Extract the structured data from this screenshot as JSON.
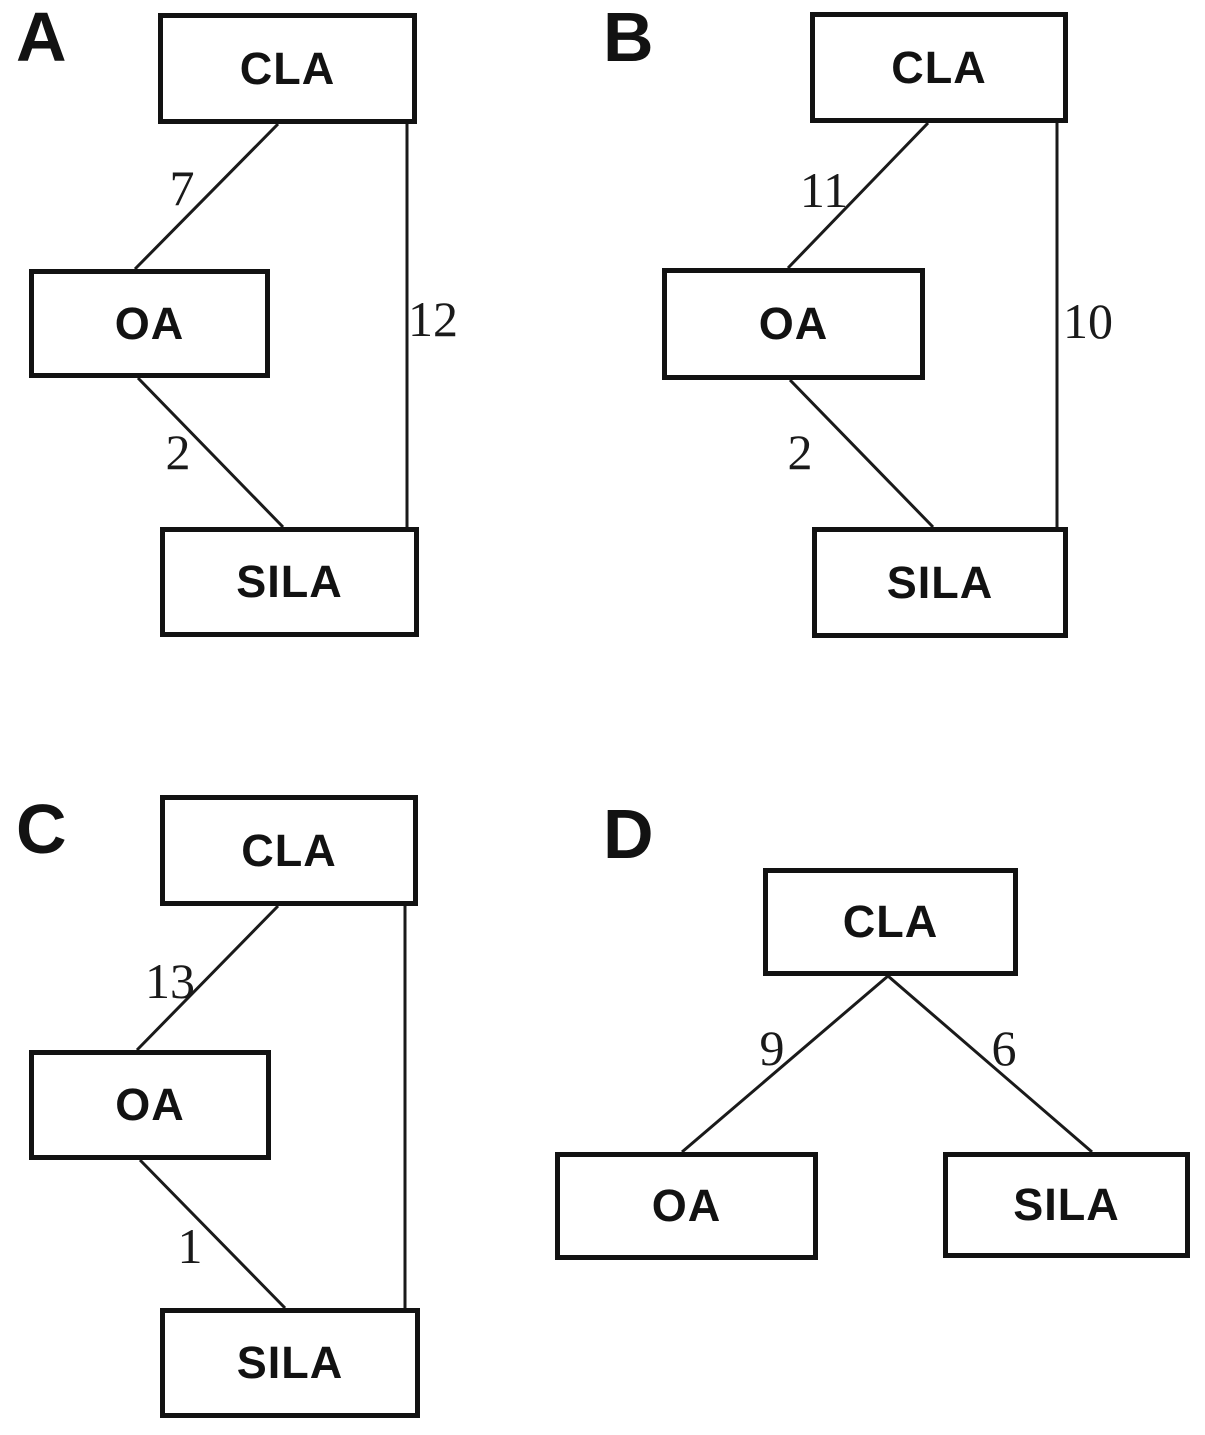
{
  "figure": {
    "background_color": "#ffffff",
    "line_color": "#1a1a1a",
    "box_border_color": "#121212",
    "text_color": "#121212"
  },
  "panels": [
    {
      "letter": "A",
      "nodes": [
        {
          "id": "cla",
          "label": "CLA"
        },
        {
          "id": "oa",
          "label": "OA"
        },
        {
          "id": "sila",
          "label": "SILA"
        }
      ],
      "edges": [
        {
          "from": "CLA",
          "to": "OA",
          "weight": 7
        },
        {
          "from": "OA",
          "to": "SILA",
          "weight": 2
        },
        {
          "from": "CLA",
          "to": "SILA",
          "weight": 12
        }
      ]
    },
    {
      "letter": "B",
      "nodes": [
        {
          "id": "cla",
          "label": "CLA"
        },
        {
          "id": "oa",
          "label": "OA"
        },
        {
          "id": "sila",
          "label": "SILA"
        }
      ],
      "edges": [
        {
          "from": "CLA",
          "to": "OA",
          "weight": 11
        },
        {
          "from": "OA",
          "to": "SILA",
          "weight": 2
        },
        {
          "from": "CLA",
          "to": "SILA",
          "weight": 10
        }
      ]
    },
    {
      "letter": "C",
      "nodes": [
        {
          "id": "cla",
          "label": "CLA"
        },
        {
          "id": "oa",
          "label": "OA"
        },
        {
          "id": "sila",
          "label": "SILA"
        }
      ],
      "edges": [
        {
          "from": "CLA",
          "to": "OA",
          "weight": 13
        },
        {
          "from": "OA",
          "to": "SILA",
          "weight": 1
        },
        {
          "from": "CLA",
          "to": "SILA",
          "weight": null
        }
      ]
    },
    {
      "letter": "D",
      "nodes": [
        {
          "id": "cla",
          "label": "CLA"
        },
        {
          "id": "oa",
          "label": "OA"
        },
        {
          "id": "sila",
          "label": "SILA"
        }
      ],
      "edges": [
        {
          "from": "CLA",
          "to": "OA",
          "weight": 9
        },
        {
          "from": "CLA",
          "to": "SILA",
          "weight": 6
        }
      ]
    }
  ]
}
